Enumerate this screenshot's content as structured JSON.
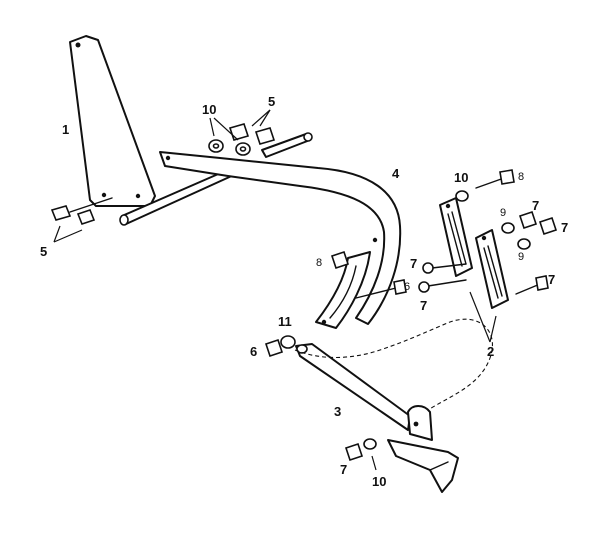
{
  "callouts": {
    "c1": "1",
    "c2": "2",
    "c3": "3",
    "c4": "4",
    "c5a": "5",
    "c5b": "5",
    "c6a": "6",
    "c6b": "6",
    "c7a": "7",
    "c7b": "7",
    "c7c": "7",
    "c7d": "7",
    "c7e": "7",
    "c7f": "7",
    "c8a": "8",
    "c8b": "8",
    "c9a": "9",
    "c9b": "9",
    "c10a": "10",
    "c10b": "10",
    "c10c": "10",
    "c11": "11"
  }
}
